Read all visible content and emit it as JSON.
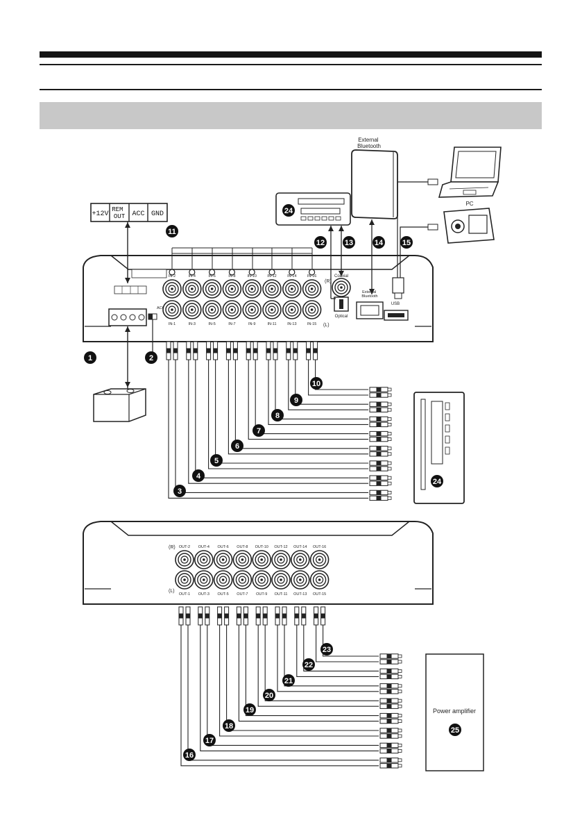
{
  "power_terminals": [
    "+12V",
    "REM\nOUT",
    "ACC",
    "GND"
  ],
  "input_pairs": [
    {
      "top": "IN-2",
      "bottom": "IN-1"
    },
    {
      "top": "IN-4",
      "bottom": "IN-3"
    },
    {
      "top": "IN-6",
      "bottom": "IN-5"
    },
    {
      "top": "IN-8",
      "bottom": "IN-7"
    },
    {
      "top": "IN-10",
      "bottom": "IN-9"
    },
    {
      "top": "IN-12",
      "bottom": "IN-11"
    },
    {
      "top": "IN-14",
      "bottom": "IN-13"
    },
    {
      "top": "IN-16",
      "bottom": "IN-15"
    }
  ],
  "output_pairs": [
    {
      "top": "OUT-2",
      "bottom": "OUT-1"
    },
    {
      "top": "OUT-4",
      "bottom": "OUT-3"
    },
    {
      "top": "OUT-6",
      "bottom": "OUT-5"
    },
    {
      "top": "OUT-8",
      "bottom": "OUT-7"
    },
    {
      "top": "OUT-10",
      "bottom": "OUT-9"
    },
    {
      "top": "OUT-12",
      "bottom": "OUT-11"
    },
    {
      "top": "OUT-14",
      "bottom": "OUT-13"
    },
    {
      "top": "OUT-16",
      "bottom": "OUT-15"
    }
  ],
  "labels": {
    "right_channel": "(R)",
    "left_channel": "(L)",
    "coaxial": "Coaxial",
    "optical": "Optical",
    "external_bluetooth_port": "External\nBluetooth",
    "usb": "USB",
    "external_bluetooth_device": "External\nBluetooth",
    "pc": "PC",
    "power_amplifier": "Power amplifier",
    "acc_remote_switch": "ACC  REMOT"
  },
  "callouts": {
    "battery": "1",
    "acc_switch": "2",
    "input_cables": [
      "3",
      "4",
      "5",
      "6",
      "7",
      "8",
      "9",
      "10"
    ],
    "rca_inputs": "11",
    "optical_input": "12",
    "coaxial_input": "13",
    "bluetooth": "14",
    "usb_port": "15",
    "output_cables": [
      "16",
      "17",
      "18",
      "19",
      "20",
      "21",
      "22",
      "23"
    ],
    "head_unit_top": "24",
    "head_unit_side": "24",
    "power_amplifier": "25"
  }
}
